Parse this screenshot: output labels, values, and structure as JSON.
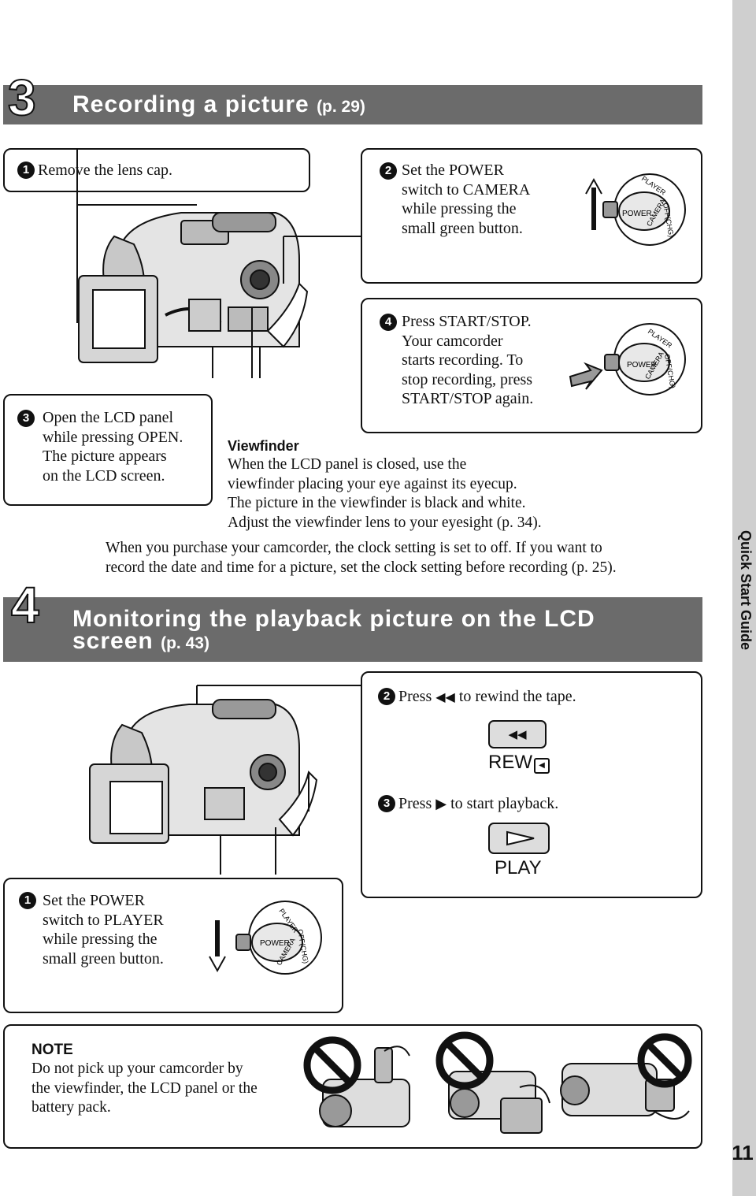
{
  "side_tab": {
    "label": "Quick Start Guide"
  },
  "page_number": "11",
  "section3": {
    "number": "3",
    "title": "Recording a picture",
    "ref": "(p. 29)",
    "step1": {
      "num": "1",
      "text": "Remove the lens cap."
    },
    "step2": {
      "num": "2",
      "lines": [
        "Set the POWER",
        "switch to CAMERA",
        "while pressing the",
        "small green button."
      ]
    },
    "step3": {
      "num": "3",
      "lines": [
        "Open the LCD panel",
        "while pressing OPEN.",
        "The picture appears",
        "on the LCD screen."
      ]
    },
    "step4": {
      "num": "4",
      "lines": [
        "Press START/STOP.",
        "Your camcorder",
        "starts recording. To",
        "stop recording, press",
        "START/STOP again."
      ]
    },
    "viewfinder": {
      "title": "Viewfinder",
      "lines": [
        "When the LCD panel is closed, use the",
        "viewfinder placing your eye against its eyecup.",
        "The picture in the viewfinder is black and white.",
        "Adjust the viewfinder lens to your eyesight (p. 34)."
      ]
    },
    "clock_note": [
      "When you purchase your camcorder, the clock setting is set to off. If you want to",
      "record the date and time for a picture, set the clock setting before recording (p. 25)."
    ]
  },
  "section4": {
    "number": "4",
    "title_line1": "Monitoring the playback picture on the LCD",
    "title_line2": "screen",
    "ref": "(p. 43)",
    "step1": {
      "num": "1",
      "lines": [
        "Set the POWER",
        "switch to PLAYER",
        "while pressing the",
        "small green button."
      ]
    },
    "step2": {
      "num": "2",
      "pre": "Press",
      "post": "to rewind the tape.",
      "button_label": "REW"
    },
    "step3": {
      "num": "3",
      "pre": "Press",
      "post": "to start playback.",
      "button_label": "PLAY"
    }
  },
  "dial": {
    "player": "PLAYER",
    "off": "OFF(CHG)",
    "camera": "CAMERA",
    "power": "POWER"
  },
  "note": {
    "title": "NOTE",
    "lines": [
      "Do not pick up your camcorder by",
      "the viewfinder, the LCD panel or the",
      "battery pack."
    ]
  }
}
